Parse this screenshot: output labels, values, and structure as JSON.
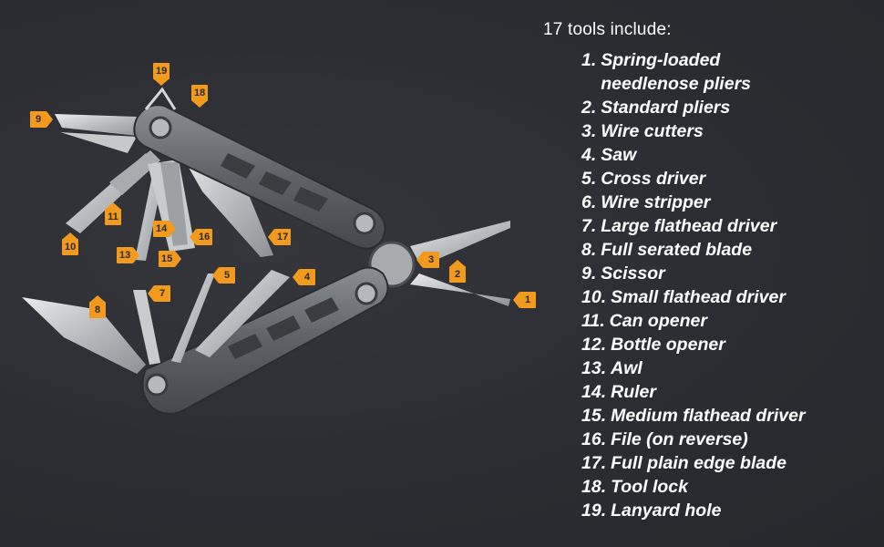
{
  "heading": "17 tools include:",
  "tools": [
    {
      "num": "1.",
      "label": "Spring-loaded needlenose pliers"
    },
    {
      "num": "2.",
      "label": "Standard pliers"
    },
    {
      "num": "3.",
      "label": "Wire cutters"
    },
    {
      "num": "4.",
      "label": "Saw"
    },
    {
      "num": "5.",
      "label": "Cross driver"
    },
    {
      "num": "6.",
      "label": "Wire stripper"
    },
    {
      "num": "7.",
      "label": "Large flathead driver"
    },
    {
      "num": "8.",
      "label": "Full serated blade"
    },
    {
      "num": "9.",
      "label": "Scissor"
    },
    {
      "num": "10.",
      "label": "Small flathead driver"
    },
    {
      "num": "11.",
      "label": "Can opener"
    },
    {
      "num": "12.",
      "label": "Bottle opener"
    },
    {
      "num": "13.",
      "label": "Awl"
    },
    {
      "num": "14.",
      "label": "Ruler"
    },
    {
      "num": "15.",
      "label": "Medium flathead driver"
    },
    {
      "num": "16.",
      "label": "File (on reverse)"
    },
    {
      "num": "17.",
      "label": "Full plain edge blade"
    },
    {
      "num": "18.",
      "label": "Tool lock"
    },
    {
      "num": "19.",
      "label": "Lanyard hole"
    }
  ],
  "callouts": {
    "c1": "1",
    "c2": "2",
    "c3": "3",
    "c4": "4",
    "c5": "5",
    "c7": "7",
    "c8": "8",
    "c9": "9",
    "c10": "10",
    "c11": "11",
    "c13": "13",
    "c14": "14",
    "c15": "15",
    "c16": "16",
    "c17": "17",
    "c18": "18",
    "c19": "19"
  },
  "colors": {
    "callout": "#f29a1e",
    "background": "#2c2e33",
    "text": "#ffffff"
  }
}
